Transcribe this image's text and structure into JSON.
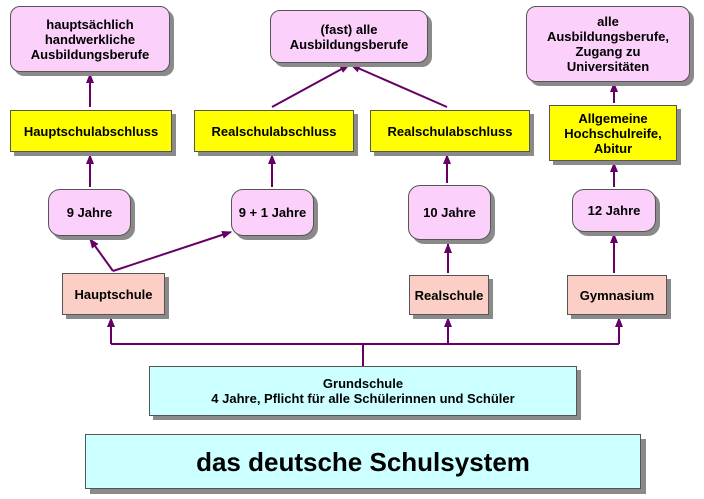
{
  "title": "das deutsche Schulsystem",
  "colors": {
    "outcome": "#fbd0fb",
    "certificate": "#ffff00",
    "school": "#fbcfc5",
    "primary": "#ccffff",
    "connector": "#660066"
  },
  "outcomes": [
    "hauptsächlich\nhandwerkliche\nAusbildungsberufe",
    "(fast) alle\nAusbildungsberufe",
    "alle\nAusbildungsberufe,\nZugang zu\nUniversitäten"
  ],
  "certificates": [
    "Hauptschulabschluss",
    "Realschulabschluss",
    "Realschulabschluss",
    "Allgemeine\nHochschulreife,\nAbitur"
  ],
  "durations": [
    "9 Jahre",
    "9 + 1 Jahre",
    "10 Jahre",
    "12 Jahre"
  ],
  "schools": [
    "Hauptschule",
    "Realschule",
    "Gymnasium"
  ],
  "primary_school": {
    "name": "Grundschule",
    "description": "4 Jahre, Pflicht für alle Schülerinnen und Schüler"
  }
}
